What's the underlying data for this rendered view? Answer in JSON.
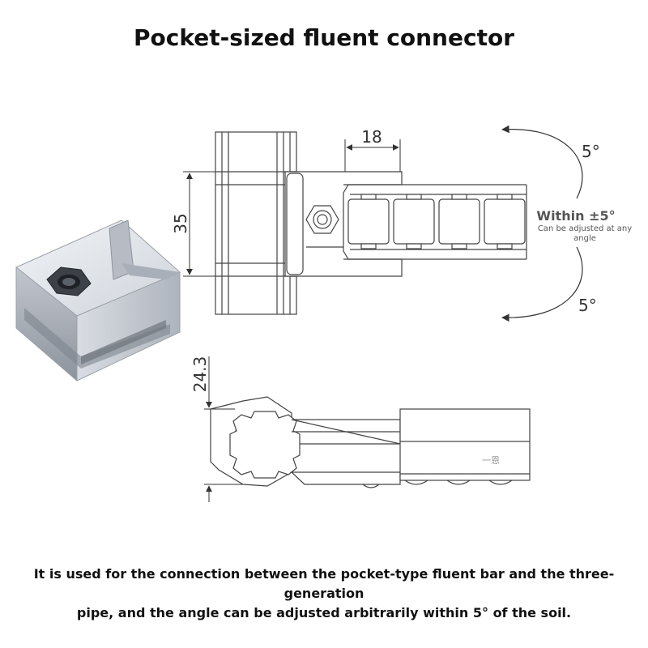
{
  "header": {
    "title": "Pocket-sized fluent connector"
  },
  "diagram": {
    "dim_width": "18",
    "dim_height": "35",
    "dim_offset": "24.3",
    "angle_top": "5°",
    "angle_bottom": "5°",
    "angle_range": "Within ±5°",
    "angle_note_line1": "Can be adjusted at any",
    "angle_note_line2": "angle",
    "watermark": "一恩"
  },
  "footer": {
    "caption_line1": "It is used for the connection between the pocket-type fluent bar and the three-generation",
    "caption_line2": "pipe, and the angle can be adjusted arbitrarily within 5° of the soil."
  },
  "colors": {
    "line": "#444444",
    "metal_light": "#e6e9ee",
    "metal_mid": "#c5cad2",
    "metal_dark": "#8f959e"
  }
}
